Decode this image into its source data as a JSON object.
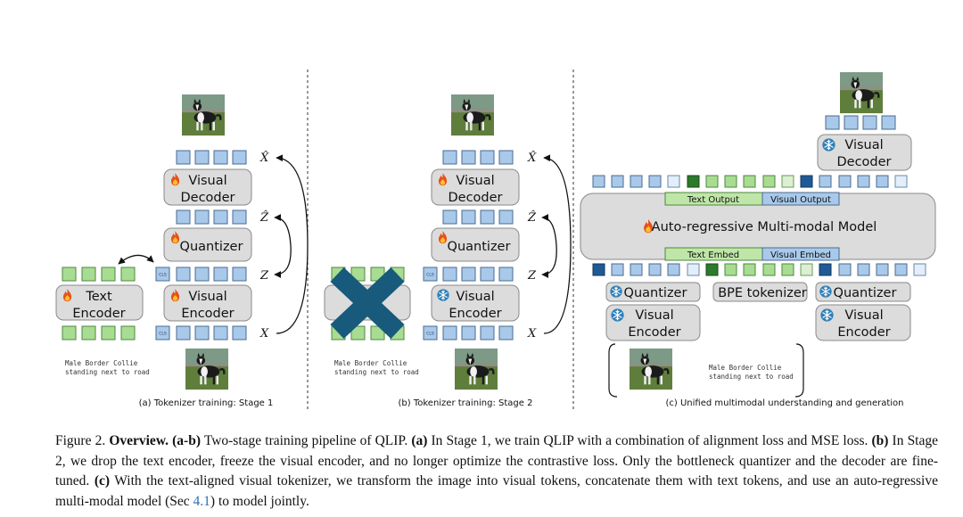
{
  "figure": {
    "panel_a": {
      "caption": "(a) Tokenizer training: Stage 1",
      "visual_decoder": "Visual\nDecoder",
      "quantizer": "Quantizer",
      "visual_encoder": "Visual\nEncoder",
      "text_encoder": "Text\nEncoder",
      "input_text": "Male Border Collie\nstanding next to road"
    },
    "panel_b": {
      "caption": "(b) Tokenizer training: Stage 2",
      "visual_decoder": "Visual\nDecoder",
      "quantizer": "Quantizer",
      "visual_encoder": "Visual\nEncoder",
      "input_text": "Male Border Collie\nstanding next to road"
    },
    "panel_c": {
      "caption": "(c) Unified multimodal understanding and generation",
      "visual_decoder": "Visual\nDecoder",
      "model": "Auto-regressive Multi-modal Model",
      "text_output": "Text Output",
      "visual_output": "Visual Output",
      "text_embed": "Text Embed",
      "visual_embed": "Visual Embed",
      "quantizer": "Quantizer",
      "bpe_tokenizer": "BPE tokenizer",
      "visual_encoder": "Visual\nEncoder",
      "input_text": "Male Border Collie\nstanding next to road"
    },
    "variables": {
      "x_hat": "X̂",
      "z_hat": "Ẑ",
      "z": "Z",
      "x": "X"
    },
    "cls_token": "CLS",
    "colors": {
      "visual_token": "#a9c9ea",
      "text_token": "#a9dc93",
      "module_box": "#dcdcdc",
      "cross_mark": "#175a7c",
      "link": "#2a6fb5"
    },
    "icons": {
      "trainable": "fire-icon",
      "frozen": "snowflake-icon",
      "removed": "cross-mark-icon"
    }
  },
  "caption": {
    "label": "Figure 2.",
    "title": "Overview.",
    "ab_ref": "(a-b)",
    "t1": " Two-stage training pipeline of QLIP. ",
    "a_ref": "(a)",
    "t2": " In Stage 1, we train QLIP with a combination of alignment loss and MSE loss. ",
    "b_ref": "(b)",
    "t3": " In Stage 2, we drop the text encoder, freeze the visual encoder, and no longer optimize the contrastive loss. Only the bottleneck quantizer and the decoder are fine-tuned. ",
    "c_ref": "(c)",
    "t4": " With the text-aligned visual tokenizer, we transform the image into visual tokens, concatenate them with text tokens, and use an auto-regressive multi-modal model (Sec ",
    "sec_link": "4.1",
    "t5": ") to model jointly."
  }
}
